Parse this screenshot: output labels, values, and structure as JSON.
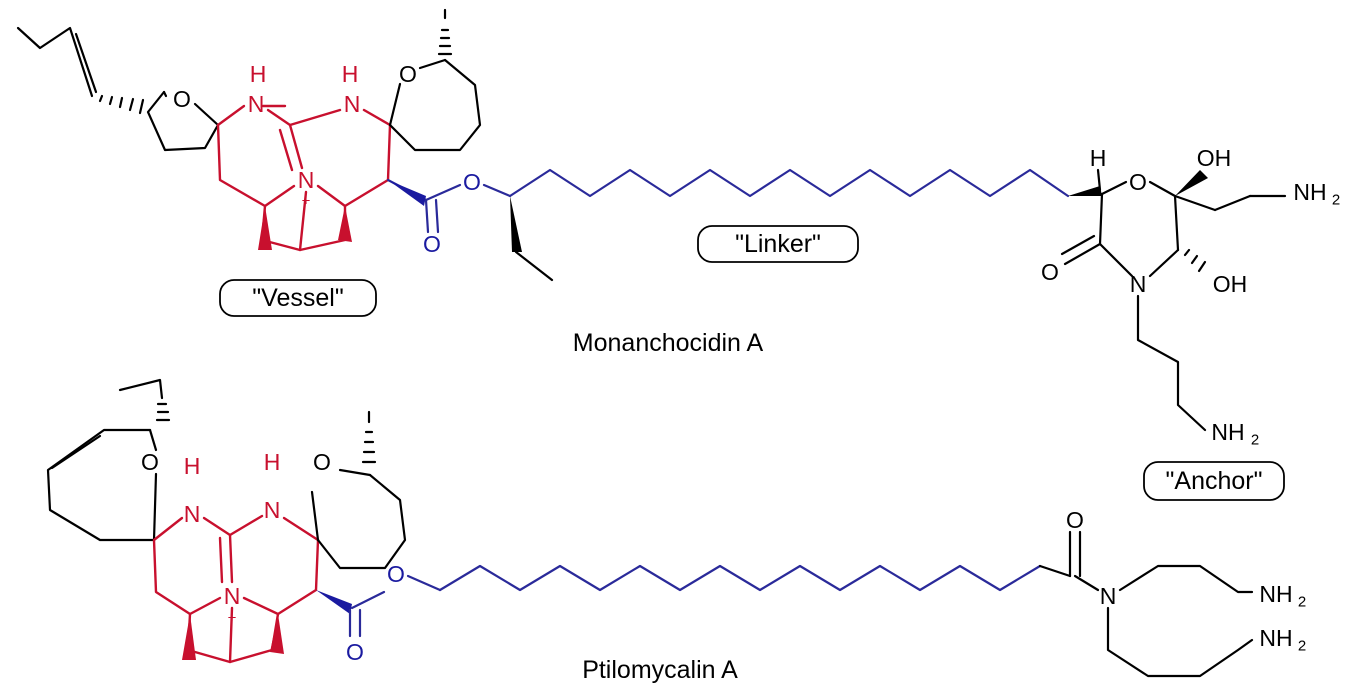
{
  "labels": {
    "vessel": "\"Vessel\"",
    "linker": "\"Linker\"",
    "anchor": "\"Anchor\""
  },
  "compounds": {
    "top": {
      "name": "Monanchocidin A"
    },
    "bottom": {
      "name": "Ptilomycalin A"
    }
  },
  "atoms": {
    "O": "O",
    "N": "N",
    "H": "H",
    "NH": "N",
    "OH": "OH",
    "NH2": "NH",
    "sub2": "2",
    "plus": "+"
  },
  "colors": {
    "vessel": "#c8102e",
    "linker": "#2a2a9a",
    "anchor": "#000000"
  }
}
